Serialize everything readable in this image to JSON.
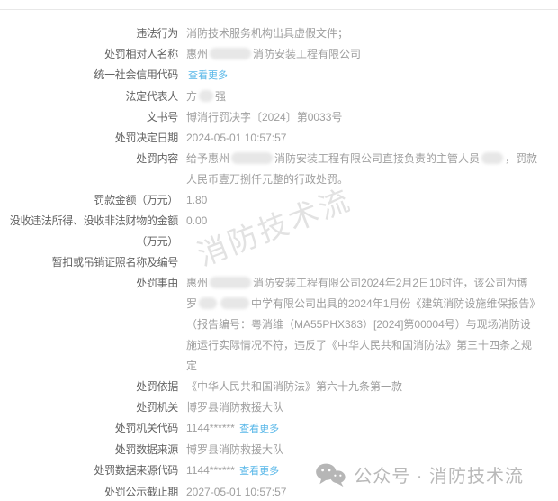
{
  "watermarks": {
    "diagonal": "消防技术流",
    "footer_text": "公众号 · 消防技术流"
  },
  "colors": {
    "link": "#58b7e8",
    "label_text": "#636363",
    "value_text": "#9e9e9e",
    "watermark": "#d9d9d9",
    "divider": "#e8e8e8"
  },
  "icons": {
    "wechat": "wechat-logo"
  },
  "rows": [
    {
      "label": "违法行为",
      "value": "消防技术服务机构出具虚假文件；"
    },
    {
      "label": "处罚相对人名称",
      "p1": "惠州",
      "p2": "消防安装工程有限公司"
    },
    {
      "label": "统一社会信用代码",
      "link": "查看更多"
    },
    {
      "label": "法定代表人",
      "p1": "方",
      "p2": "强"
    },
    {
      "label": "文书号",
      "value": "博消行罚决字〔2024〕第0033号"
    },
    {
      "label": "处罚决定日期",
      "value": "2024-05-01 10:57:57"
    },
    {
      "label": "处罚内容",
      "p1": "给予惠州",
      "p2": "消防安装工程有限公司直接负责的主管人员",
      "p3": "，罚款人民币壹万捌仟元整的行政处罚。"
    },
    {
      "label": "罚款金额（万元）",
      "value": "1.80"
    },
    {
      "label": "没收违法所得、没收非法财物的金额（万元）",
      "value": "0.00"
    },
    {
      "label": "暂扣或吊销证照名称及编号",
      "value": ""
    },
    {
      "label": "处罚事由",
      "p1": "惠州",
      "p2": "消防安装工程有限公司2024年2月2日10时许，该公司为博罗",
      "p3": "中学有限公司出具的2024年1月份《建筑消防设施维保报告》（报告编号：粤消维（MA55PHX383）[2024]第00004号）与现场消防设施运行实际情况不符，违反了《中华人民共和国消防法》第三十四条之规定"
    },
    {
      "label": "处罚依据",
      "value": "《中华人民共和国消防法》第六十九条第一款"
    },
    {
      "label": "处罚机关",
      "value": "博罗县消防救援大队"
    },
    {
      "label": "处罚机关代码",
      "value": "1144******",
      "link": "查看更多"
    },
    {
      "label": "处罚数据来源",
      "value": "博罗县消防救援大队"
    },
    {
      "label": "处罚数据来源代码",
      "value": "1144******",
      "link": "查看更多"
    },
    {
      "label": "处罚公示截止期",
      "value": "2027-05-01 10:57:57"
    }
  ]
}
